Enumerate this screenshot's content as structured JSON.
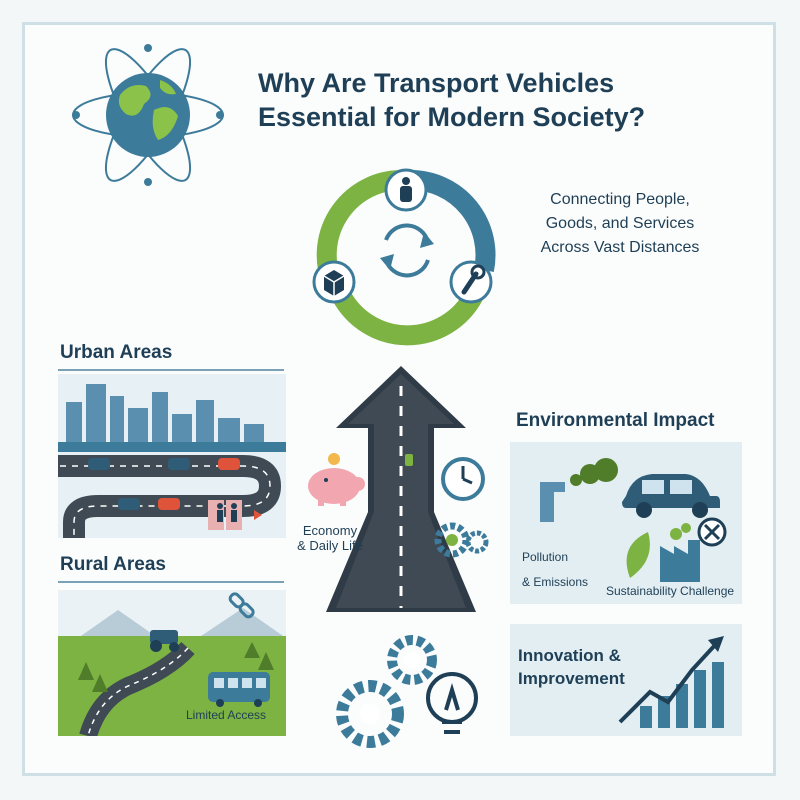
{
  "title": {
    "line1": "Why Are Transport Vehicles",
    "line2": "Essential for Modern Society?"
  },
  "subtitle": {
    "line1": "Connecting People,",
    "line2": "Goods, and Services",
    "line3": "Across Vast Distances"
  },
  "sections": {
    "urban": "Urban Areas",
    "rural": "Rural Areas",
    "rural_caption": "Limited Access",
    "environment": "Environmental Impact",
    "pollution_line1": "Pollution",
    "pollution_line2": "& Emissions",
    "sustainability": "Sustainability Challenge",
    "innovation_line1": "Innovation &",
    "innovation_line2": "Improvement",
    "economy_line1": "Economy",
    "economy_line2": "& Daily Life"
  },
  "colors": {
    "navy": "#1e3f56",
    "blue": "#3d7b9a",
    "green": "#7cb342",
    "panel": "#e3eef3"
  },
  "icons": [
    "globe-icon",
    "person-icon",
    "box-icon",
    "wrench-icon",
    "cycle-arrows-icon",
    "piggy-bank-icon",
    "clock-icon",
    "gears-icon",
    "lightbulb-icon",
    "car-icon",
    "leaf-icon",
    "factory-icon",
    "bus-icon",
    "tractor-icon",
    "chain-icon",
    "growth-chart-icon"
  ]
}
